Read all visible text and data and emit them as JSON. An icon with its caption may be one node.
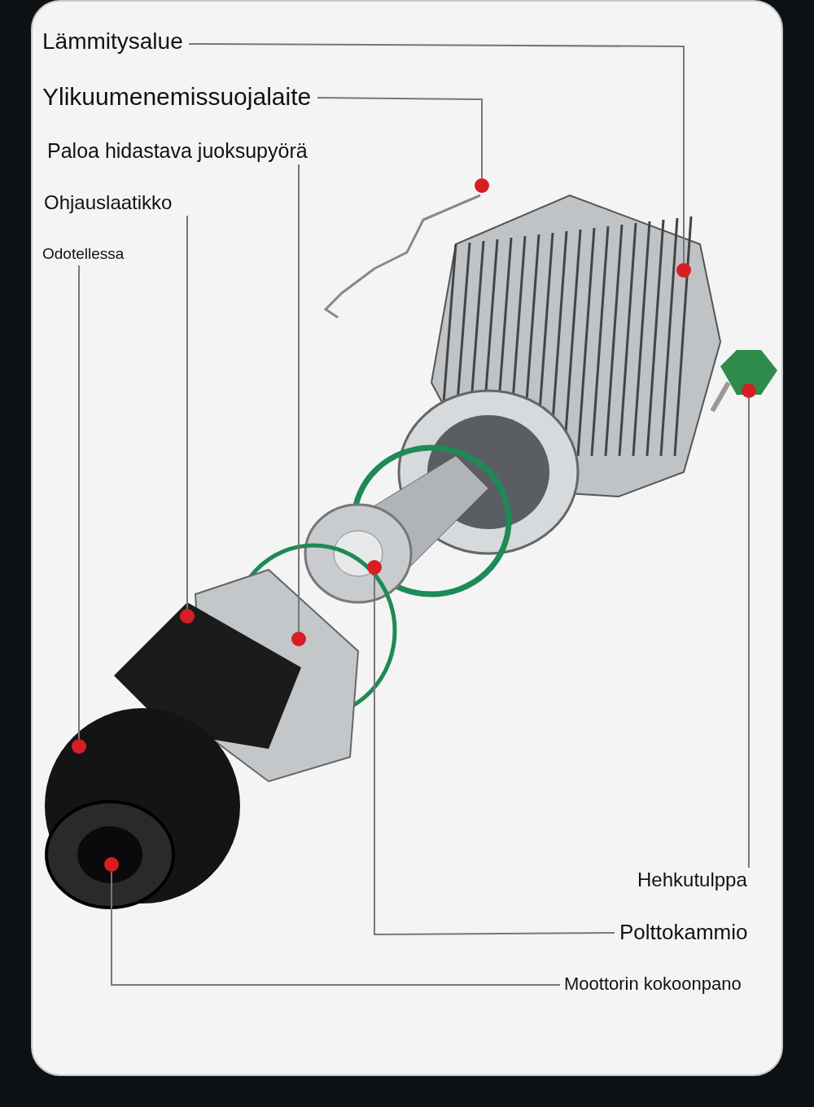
{
  "diagram": {
    "nodes": [
      {
        "text": [
          "Lämmitysalue"
        ]
      },
      {
        "text": [
          "Ylikuumenemissuojalaite"
        ]
      },
      {
        "text": [
          "Paloa hidastava juoksupyörä"
        ]
      },
      {
        "text": [
          "Ohjauslaatikko"
        ]
      },
      {
        "text": [
          "Odotellessa"
        ]
      },
      {
        "text": [
          "Hehkutulppa"
        ]
      },
      {
        "text": [
          "Polttokammio"
        ]
      },
      {
        "text": [
          "Moottorin kokoonpano"
        ]
      },
      {
        "text": [],
        "shape": "circle"
      },
      {
        "text": [],
        "shape": "circle"
      },
      {
        "text": [],
        "shape": "circle"
      },
      {
        "text": [],
        "shape": "circle"
      },
      {
        "text": [],
        "shape": "circle"
      },
      {
        "text": [],
        "shape": "circle"
      },
      {
        "text": [],
        "shape": "circle"
      },
      {
        "text": [],
        "shape": "circle"
      }
    ],
    "edges": [
      {
        "from": 0,
        "to": 8,
        "arrow": "none"
      },
      {
        "from": 1,
        "to": 9,
        "arrow": "none"
      },
      {
        "from": 2,
        "to": 10,
        "arrow": "none"
      },
      {
        "from": 3,
        "to": 11,
        "arrow": "none"
      },
      {
        "from": 4,
        "to": 12,
        "arrow": "none"
      },
      {
        "from": 5,
        "to": 13,
        "arrow": "none"
      },
      {
        "from": 6,
        "to": 14,
        "arrow": "none"
      },
      {
        "from": 7,
        "to": 15,
        "arrow": "none"
      }
    ]
  }
}
